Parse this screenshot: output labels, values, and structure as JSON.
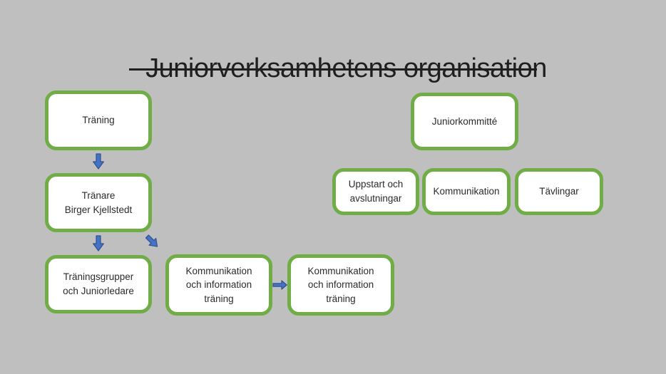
{
  "slide": {
    "background_color": "#bfbfbf",
    "title": "Juniorverksamhetens organisation"
  },
  "colors": {
    "box_border": "#70ad47",
    "box_fill": "#ffffff",
    "arrow_fill": "#4472c4",
    "arrow_outline": "#2f528f",
    "title_text": "#1f1f1f",
    "box_text": "#2b2b2b"
  },
  "nodes": {
    "traning": {
      "label": "Träning"
    },
    "tranare": {
      "label": "Tränare\nBirger Kjellstedt"
    },
    "traningsgrupper": {
      "label": "Träningsgrupper\noch Juniorledare"
    },
    "kommunikation_information_1": {
      "label": "Kommunikation\noch information\nträning"
    },
    "kommunikation_information_2": {
      "label": "Kommunikation\noch information\nträning"
    },
    "juniorkommitte": {
      "label": "Juniorkommitté"
    },
    "uppstart": {
      "label": "Uppstart och\navslutningar"
    },
    "kommunikation": {
      "label": "Kommunikation"
    },
    "tavlingar": {
      "label": "Tävlingar"
    }
  },
  "connectors": [
    {
      "from": "Träning",
      "to": "Tränare Birger Kjellstedt",
      "direction": "down"
    },
    {
      "from": "Tränare Birger Kjellstedt",
      "to": "Träningsgrupper och Juniorledare",
      "direction": "down"
    },
    {
      "from": "Tränare Birger Kjellstedt",
      "to": "Kommunikation och information träning",
      "direction": "down-right"
    },
    {
      "from": "Kommunikation och information träning",
      "to": "Kommunikation och information träning",
      "direction": "right"
    }
  ]
}
